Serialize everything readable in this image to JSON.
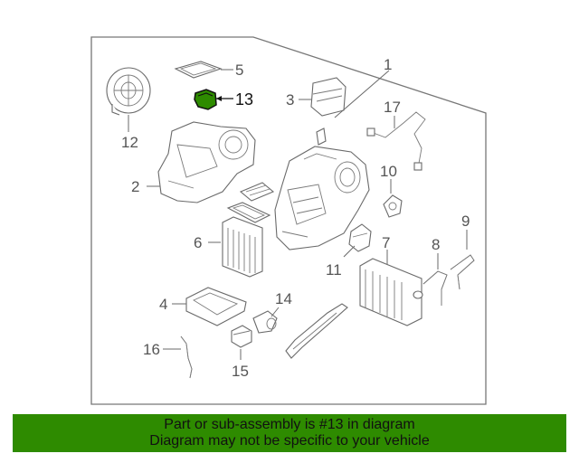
{
  "diagram": {
    "highlighted_part": "13",
    "highlight_color": "#2e8b00",
    "callouts": {
      "p1": "1",
      "p2": "2",
      "p3": "3",
      "p4": "4",
      "p5": "5",
      "p6": "6",
      "p7": "7",
      "p8": "8",
      "p9": "9",
      "p10": "10",
      "p11": "11",
      "p12": "12",
      "p13": "13",
      "p14": "14",
      "p15": "15",
      "p16": "16",
      "p17": "17"
    }
  },
  "banner": {
    "line1": "Part or sub-assembly is #13 in diagram",
    "line2": "Diagram may not be specific to your vehicle",
    "background": "#2e8b00"
  }
}
